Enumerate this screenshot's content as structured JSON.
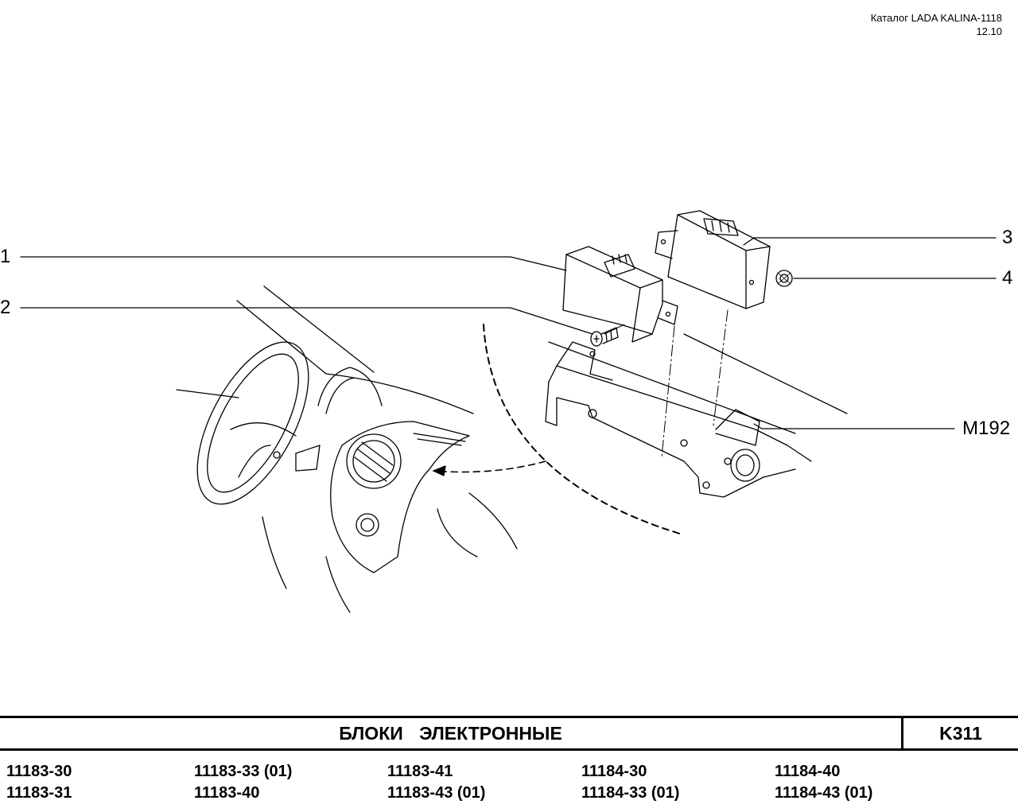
{
  "header": {
    "catalog": "Каталог LADA KALINA-1118",
    "date": "12.10"
  },
  "callouts": [
    "1",
    "2",
    "3",
    "4",
    "M192"
  ],
  "title_block": {
    "title": "БЛОКИ   ЭЛЕКТРОННЫЕ",
    "code": "K311"
  },
  "models": [
    [
      "11183-30",
      "11183-31"
    ],
    [
      "11183-33 (01)",
      "11183-40"
    ],
    [
      "11183-41",
      "11183-43 (01)"
    ],
    [
      "11184-30",
      "11184-33 (01)"
    ],
    [
      "11184-40",
      "11184-43 (01)"
    ]
  ]
}
